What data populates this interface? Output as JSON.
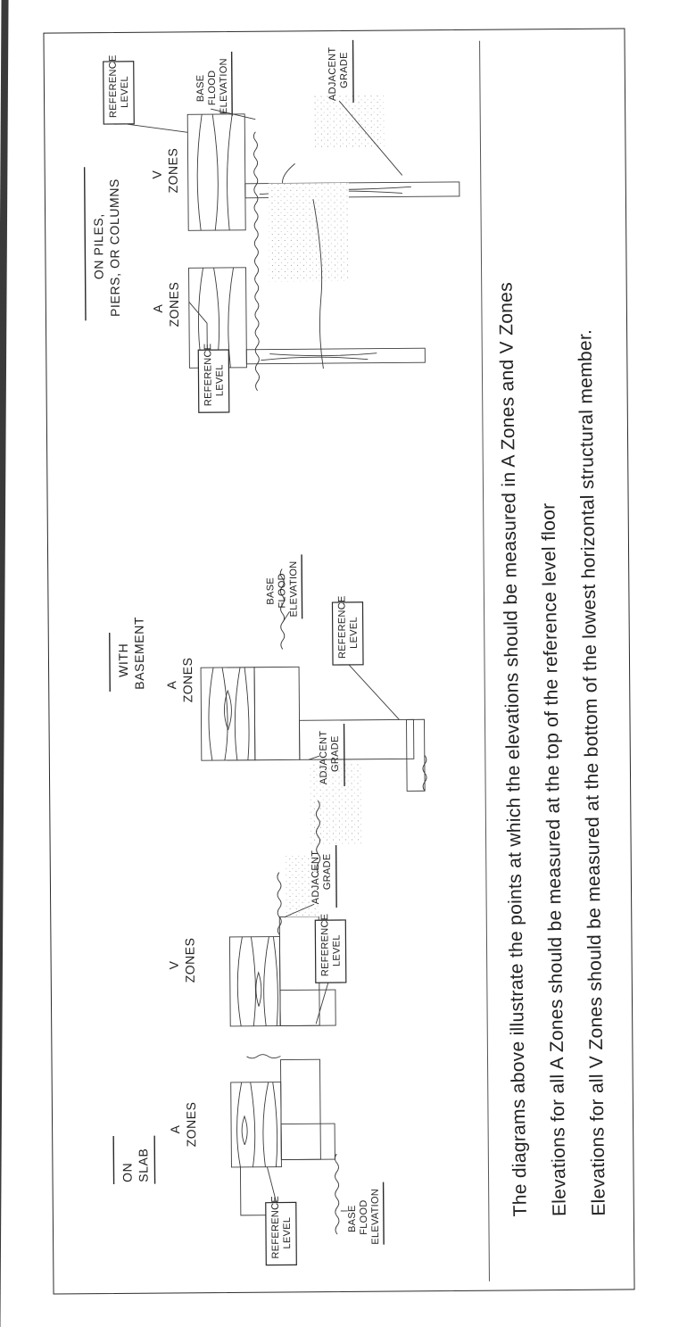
{
  "diagram": {
    "sections": [
      {
        "title_line1": "ON",
        "title_line2": "SLAB",
        "zone_a_letter": "A",
        "zone_a_word": "ZONES",
        "zone_v_letter": "V",
        "zone_v_word": "ZONES",
        "reference_level_left": [
          "REFERENCE",
          "LEVEL"
        ],
        "reference_level_right": [
          "REFERENCE",
          "LEVEL"
        ],
        "base_flood": [
          "BASE",
          "FLOOD",
          "ELEVATION"
        ],
        "adjacent_grade": [
          "ADJACENT",
          "GRADE"
        ]
      },
      {
        "title_line1": "WITH",
        "title_line2": "BASEMENT",
        "zone_a_letter": "A",
        "zone_a_word": "ZONES",
        "adjacent_grade": [
          "ADJACENT",
          "GRADE"
        ],
        "reference_level": [
          "REFERENCE",
          "LEVEL"
        ],
        "base_flood": [
          "BASE",
          "FLOOD",
          "ELEVATION"
        ]
      },
      {
        "title_line1": "ON PILES,",
        "title_line2": "PIERS, OR COLUMNS",
        "zone_a_letter": "A",
        "zone_a_word": "ZONES",
        "zone_v_letter": "V",
        "zone_v_word": "ZONES",
        "reference_level_left": [
          "REFERENCE",
          "LEVEL"
        ],
        "reference_level_right": [
          "REFERENCE",
          "LEVEL"
        ],
        "base_flood": [
          "BASE",
          "FLOOD",
          "ELEVATION"
        ],
        "adjacent_grade": [
          "ADJACENT",
          "GRADE"
        ]
      }
    ],
    "captions": [
      "The diagrams above illustrate the points at which the elevations should be measured in A Zones and V Zones",
      "Elevations for all A Zones should be measured at the top of the reference level floor",
      "Elevations for all V Zones should be measured at the bottom of the lowest horizontal structural member."
    ]
  }
}
